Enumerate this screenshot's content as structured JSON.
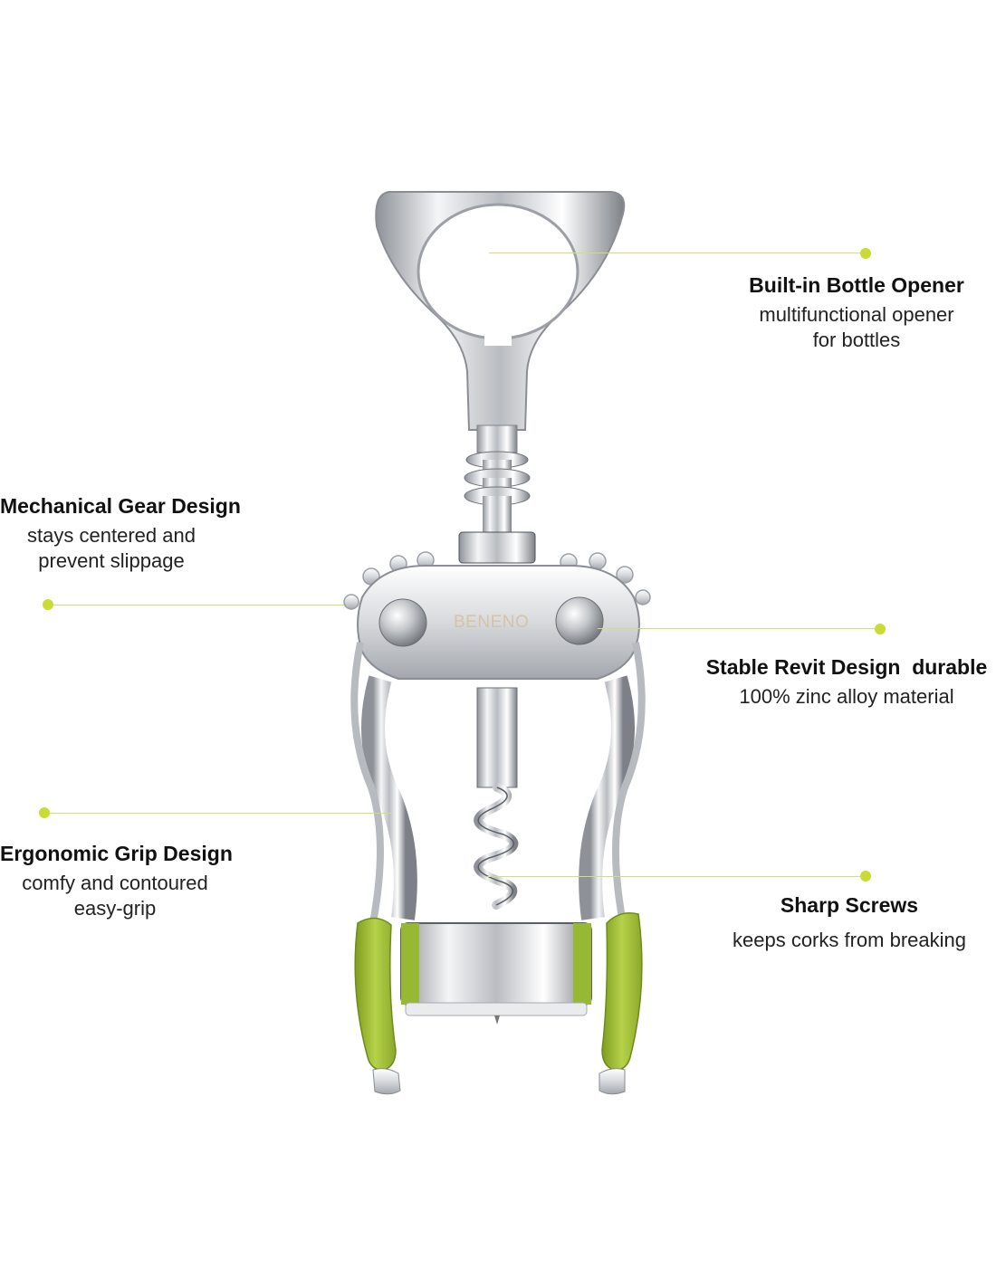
{
  "colors": {
    "accent_green": "#a7c93c",
    "leader_line": "#cfe07a",
    "dot": "#c8dc34",
    "chrome": "#c9ccd0",
    "brand_text": "#d6c3a4"
  },
  "product": {
    "brand": "BENENO",
    "icon": "corkscrew-illustration"
  },
  "callouts": {
    "bottle_opener": {
      "title": "Built-in Bottle Opener",
      "desc": "multifunctional opener\nfor bottles"
    },
    "gear": {
      "title": "Mechanical Gear Design",
      "desc": "stays centered and\nprevent slippage"
    },
    "rivet": {
      "title": "Stable Revit Design  durable",
      "desc": "100% zinc alloy material"
    },
    "grip": {
      "title": "Ergonomic Grip Design",
      "desc": "comfy and contoured\neasy-grip"
    },
    "screws": {
      "title": "Sharp Screws",
      "desc": "keeps corks from breaking"
    }
  }
}
